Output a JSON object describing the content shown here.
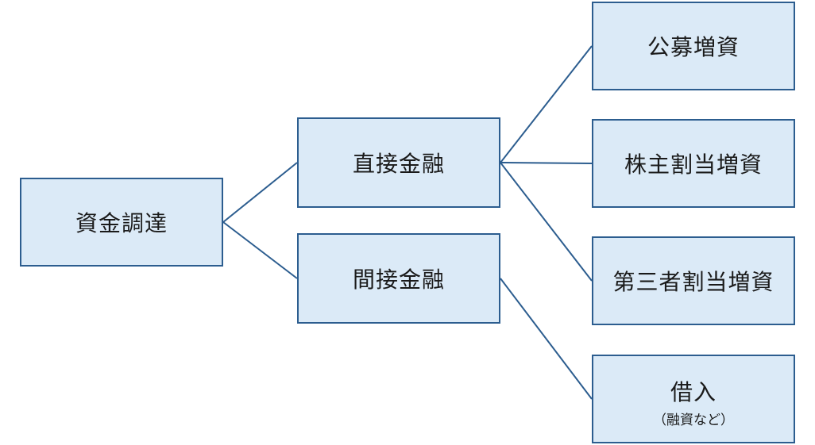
{
  "diagram": {
    "root": {
      "label": "資金調達"
    },
    "direct": {
      "label": "直接金融"
    },
    "indirect": {
      "label": "間接金融"
    },
    "public_offering": {
      "label": "公募増資"
    },
    "rights_offering": {
      "label": "株主割当増資"
    },
    "third_party": {
      "label": "第三者割当増資"
    },
    "borrowing": {
      "label": "借入",
      "note": "（融資など）"
    }
  },
  "colors": {
    "box_fill": "#dbeaf7",
    "box_border": "#2c5d8f",
    "connector": "#2c5d8f"
  }
}
